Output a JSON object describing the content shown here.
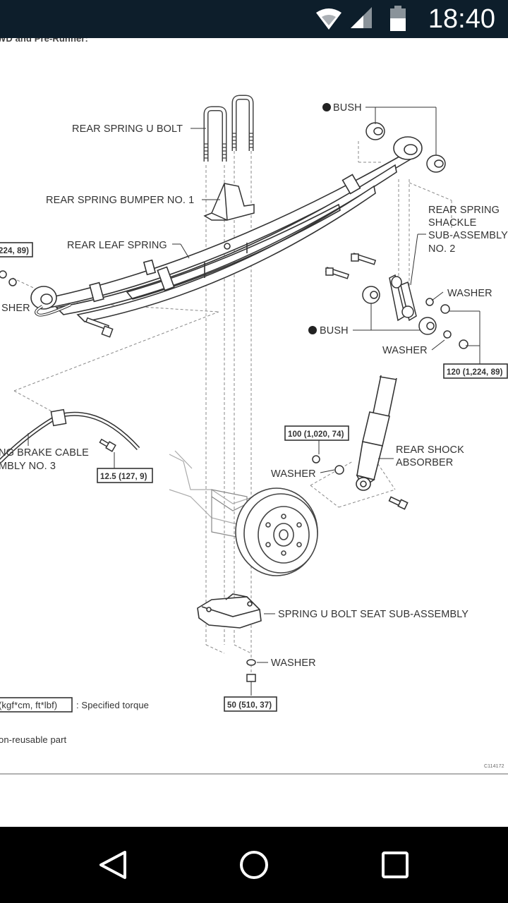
{
  "status_bar": {
    "time": "18:40",
    "icons": [
      "wifi-icon",
      "cell-signal-icon",
      "battery-icon"
    ]
  },
  "diagram": {
    "top_cut_heading": "WD and Pre-Runner:",
    "labels": {
      "bush_top": "BUSH",
      "rear_spring_u_bolt": "REAR SPRING U BOLT",
      "rear_spring_bumper": "REAR SPRING BUMPER NO. 1",
      "rear_leaf_spring": "REAR LEAF SPRING",
      "shackle_line1": "REAR SPRING",
      "shackle_line2": "SHACKLE",
      "shackle_line3": "SUB-ASSEMBLY",
      "shackle_line4": "NO. 2",
      "washer_right_top": "WASHER",
      "bush_mid": "BUSH",
      "washer_right_mid": "WASHER",
      "washer_left": "SHER",
      "brake_cable_line1": "NG BRAKE CABLE",
      "brake_cable_line2": "MBLY NO. 3",
      "shock_line1": "REAR SHOCK",
      "shock_line2": "ABSORBER",
      "washer_center": "WASHER",
      "u_bolt_seat": "SPRING U BOLT SEAT SUB-ASSEMBLY",
      "washer_bottom": "WASHER",
      "legend_torque_box": "(kgf*cm, ft*lbf)",
      "legend_torque_text": ": Specified torque",
      "legend_nonreusable": "on-reusable part",
      "figure_code": "C114172"
    },
    "torques": {
      "left_top": "224, 89)",
      "right_120": "120 (1,224, 89)",
      "shock_100": "100 (1,020, 74)",
      "cable_12_5": "12.5 (127, 9)",
      "seat_50": "50 (510, 37)"
    }
  },
  "nav_bar": {
    "buttons": [
      "back-icon",
      "home-icon",
      "recents-icon"
    ]
  }
}
